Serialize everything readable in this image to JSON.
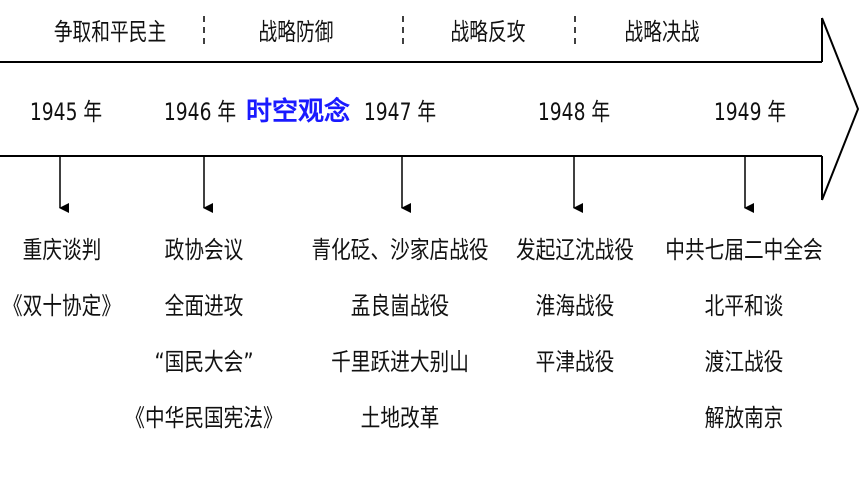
{
  "phases": [
    "争取和平民主",
    "战略防御",
    "战略反攻",
    "战略决战"
  ],
  "years": [
    "1945 年",
    "1946 年",
    "1947 年",
    "1948 年",
    "1949 年"
  ],
  "center_label": "时空观念",
  "colors": {
    "accent": "#1a1aff",
    "line": "#000000"
  },
  "columns": [
    {
      "events": [
        "重庆谈判",
        "《双十协定》"
      ]
    },
    {
      "events": [
        "政协会议",
        "全面进攻",
        "“国民大会”",
        "《中华民国宪法》"
      ]
    },
    {
      "events": [
        "青化砭、沙家店战役",
        "孟良崮战役",
        "千里跃进大别山",
        "土地改革"
      ]
    },
    {
      "events": [
        "发起辽沈战役",
        "淮海战役",
        "平津战役"
      ]
    },
    {
      "events": [
        "中共七届二中全会",
        "北平和谈",
        "渡江战役",
        "解放南京"
      ]
    }
  ]
}
